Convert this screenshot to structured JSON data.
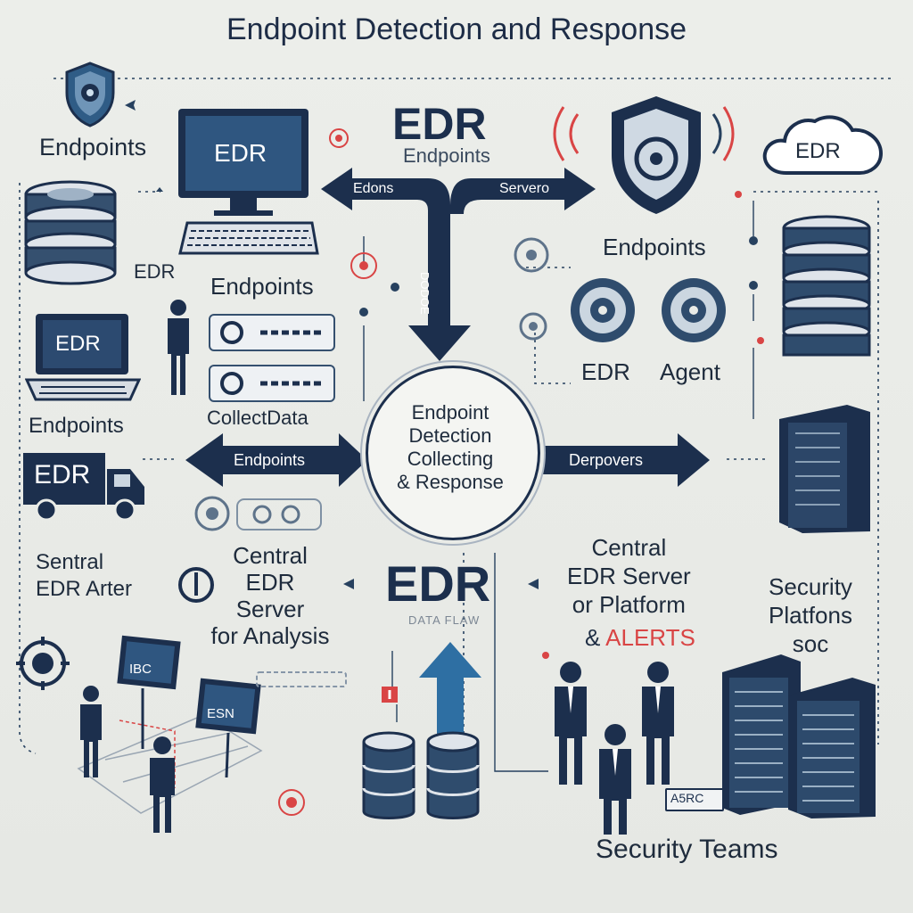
{
  "title": "Endpoint Detection and Response",
  "labels": {
    "endpoints_top_left": "Endpoints",
    "edr_small": "EDR",
    "endpoints_mid": "Endpoints",
    "endpoints_left": "Endpoints",
    "collect_data": "CollectData",
    "central_edr_arter": "Sentral\nEDR Arter",
    "central_server": "Central\nEDR\nServer\nfor Analysis",
    "edr_big_top": "EDR",
    "endpoints_sub": "Endpoints",
    "endpoints_right": "Endpoints",
    "edr_agent_edr": "EDR",
    "edr_agent_agent": "Agent",
    "central_platform": "Central\nEDR Server\nor Platform",
    "alerts_amp": "& ",
    "alerts": "ALERTS",
    "security_platform": "Security\nPlatfons\nsoc",
    "edr_big_center": "EDR",
    "data_flow": "DATA FLAW",
    "security_teams": "Security Teams",
    "monitor_edr": "EDR",
    "laptop_edr": "EDR",
    "truck_edr": "EDR",
    "cloud_edr": "EDR",
    "arrow_left_top": "Edons",
    "arrow_right_top": "Servero",
    "arrow_left_mid": "Endpoints",
    "arrow_right_mid": "Derpovers",
    "arrow_down_text": "DODOE",
    "hub_text": "Endpoint\nDetection\nCollecting\n& Response",
    "badge_asc": "A5RC",
    "screen_a": "IBC",
    "screen_b": "ESN"
  },
  "colors": {
    "navy": "#1c2f4d",
    "accent_red": "#d94545",
    "background": "#e9ebe7"
  },
  "icons": [
    "shield-icon",
    "monitor-icon",
    "keyboard-icon",
    "server-stack-icon",
    "laptop-icon",
    "truck-icon",
    "person-icon",
    "cloud-icon",
    "compass-icon",
    "database-icon",
    "target-icon"
  ]
}
